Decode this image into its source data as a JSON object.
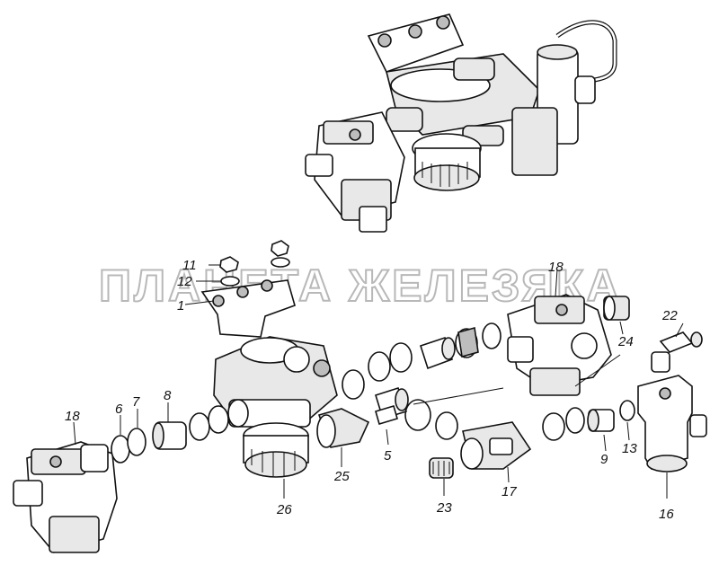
{
  "watermark": "ПЛАНЕТА ЖЕЛЕЗЯКА",
  "callouts": {
    "c1": "1",
    "c5": "5",
    "c6": "6",
    "c7": "7",
    "c8": "8",
    "c9": "9",
    "c11": "11",
    "c12": "12",
    "c13": "13",
    "c16": "16",
    "c17": "17",
    "c18a": "18",
    "c18b": "18",
    "c22": "22",
    "c23": "23",
    "c24": "24",
    "c25": "25",
    "c26": "26"
  }
}
